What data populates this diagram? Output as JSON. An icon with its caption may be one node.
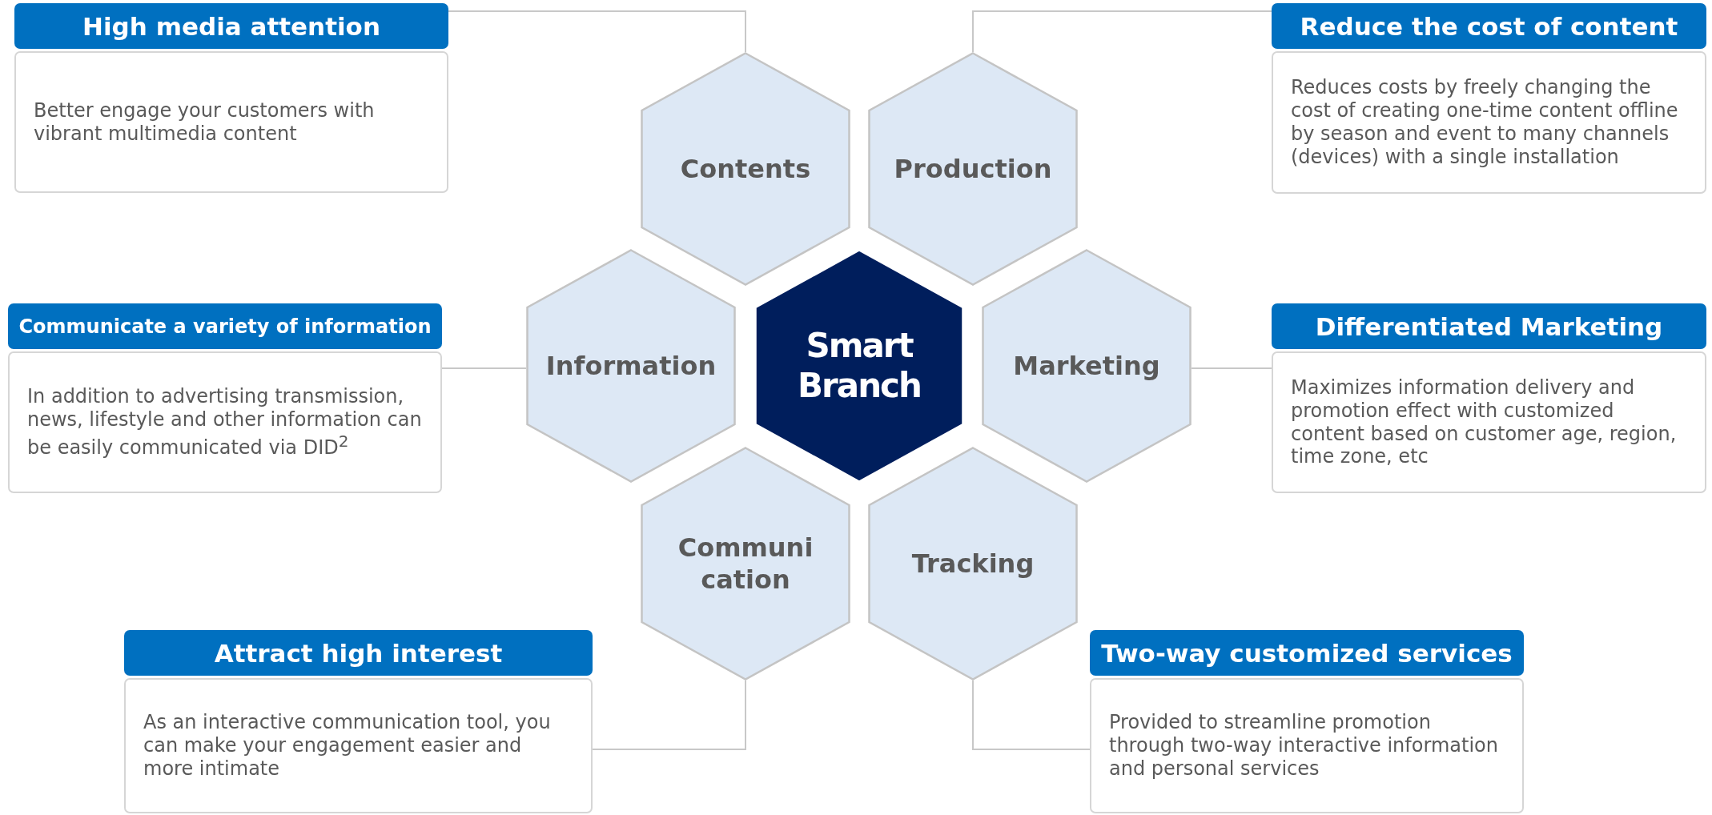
{
  "diagram": {
    "nodes": [
      {
        "text": [
          "High media attention",
          "Better engage your customers with vibrant multimedia content"
        ]
      },
      {
        "text": [
          "Reduce the cost of  content",
          "Reduces costs by freely changing the cost of creating one-time content offline by season and event to many channels (devices) with a single installation"
        ]
      },
      {
        "text": [
          "Contents"
        ]
      },
      {
        "text": [
          "Production"
        ]
      },
      {
        "text": [
          "Communicate a variety of information",
          "In addition to advertising transmission, news, lifestyle and other information can be easily communicated via DID$^{2}$"
        ]
      },
      {
        "text": [
          "Information"
        ]
      },
      {
        "text": [
          "Smart Branch"
        ]
      },
      {
        "text": [
          "Marketing"
        ]
      },
      {
        "text": [
          "Differentiated Marketing",
          "Maximizes information delivery and promotion effect  with customized content based on customer age, region, time zone, etc"
        ]
      },
      {
        "text": [
          "Communi cation"
        ]
      },
      {
        "text": [
          "Tracking"
        ]
      },
      {
        "text": [
          "Attract high interest",
          "As an interactive communication tool, you can make your engagement easier and more intimate"
        ]
      },
      {
        "text": [
          "Two-way customized services",
          "Provided to streamline promotion through two-way interactive information and personal services"
        ]
      }
    ],
    "edges": [
      {
        "from": 2,
        "to": 0,
        "arrow": "none"
      },
      {
        "from": 3,
        "to": 1,
        "arrow": "none"
      },
      {
        "from": 5,
        "to": 4,
        "arrow": "none"
      },
      {
        "from": 7,
        "to": 8,
        "arrow": "none"
      },
      {
        "from": 9,
        "to": 11,
        "arrow": "none"
      },
      {
        "from": 10,
        "to": 12,
        "arrow": "none"
      }
    ]
  }
}
